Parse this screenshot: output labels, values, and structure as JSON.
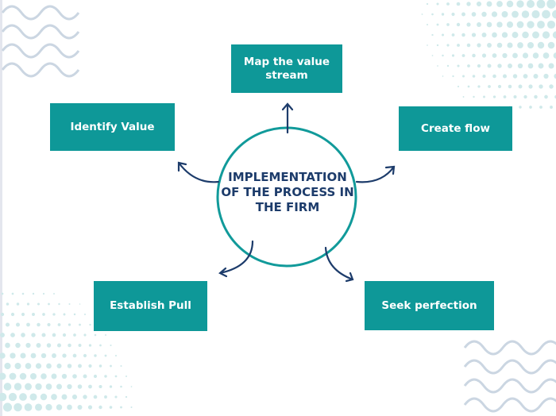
{
  "center": {
    "line1": "IMPLEMENTATION",
    "line2": "OF THE PROCESS IN",
    "line3": "THE FIRM"
  },
  "steps": [
    {
      "label": "Map the value stream"
    },
    {
      "label": "Create flow"
    },
    {
      "label": "Seek perfection"
    },
    {
      "label": "Establish Pull"
    },
    {
      "label": "Identify Value"
    }
  ],
  "colors": {
    "teal": "#0e9898",
    "navy": "#1d3c6b",
    "dots": "#cfe9ea",
    "waves": "#cbd6e2"
  }
}
